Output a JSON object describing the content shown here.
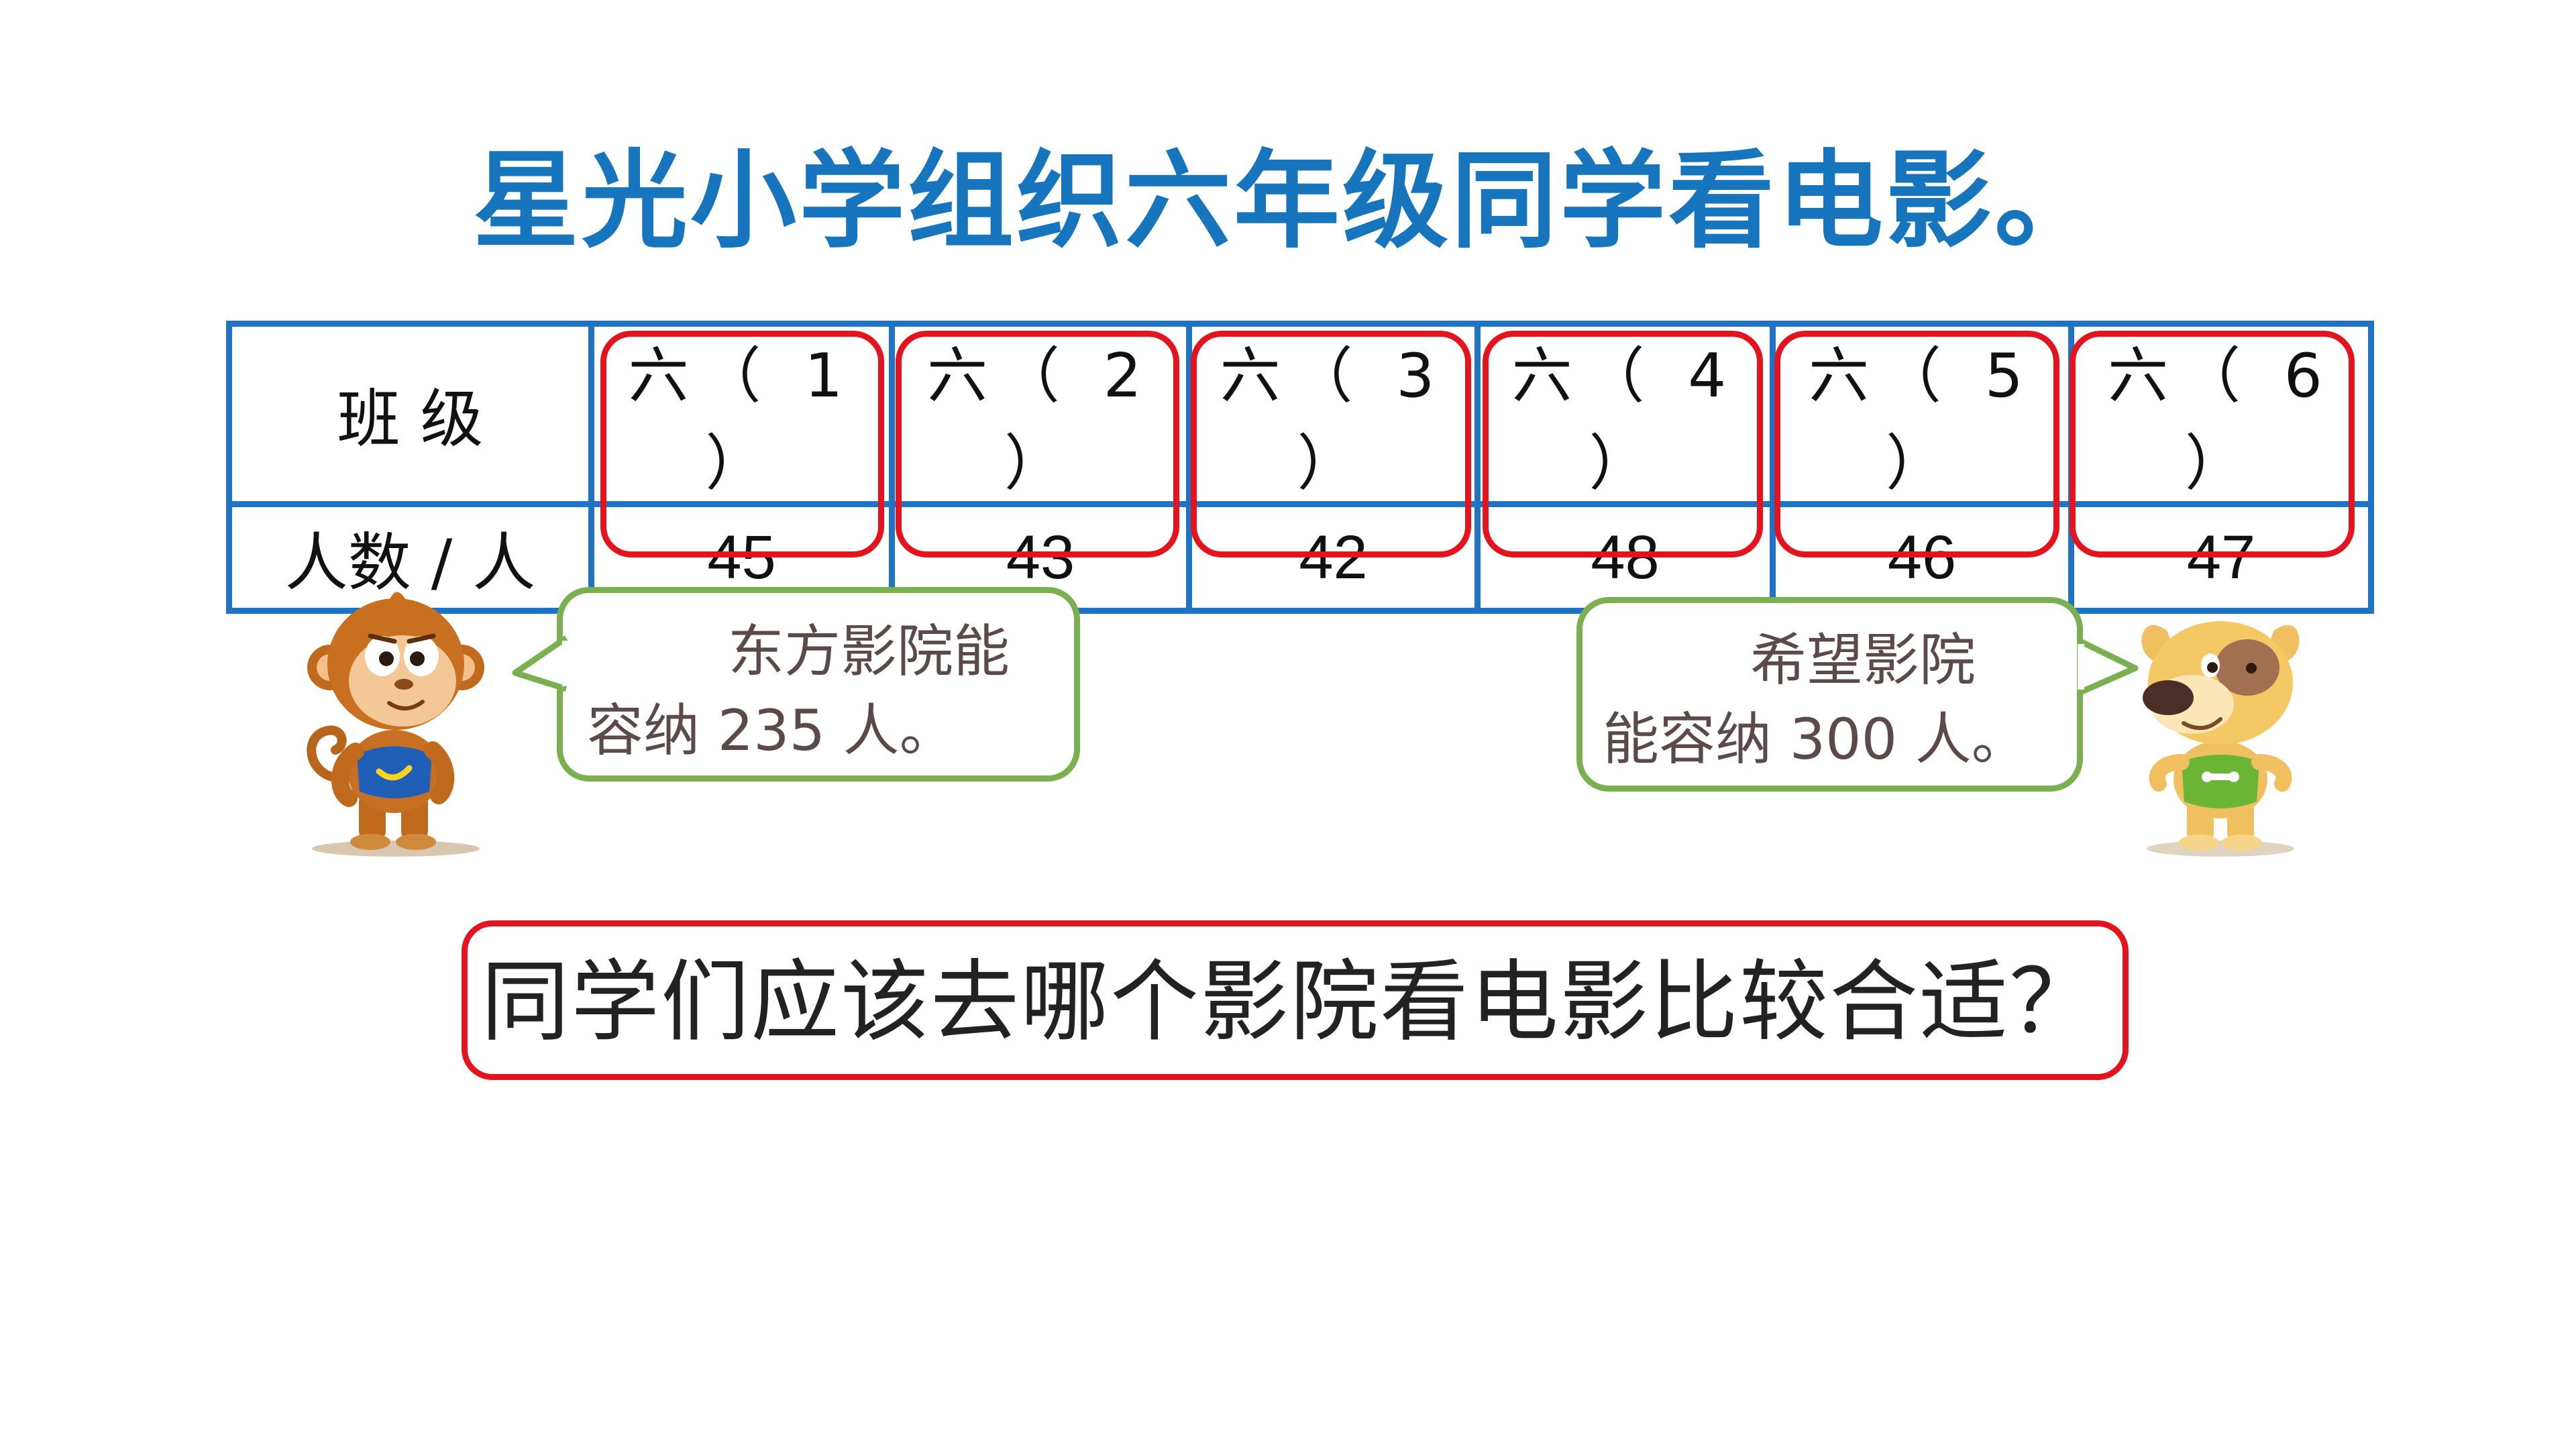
{
  "title": "星光小学组织六年级同学看电影。",
  "table": {
    "row_headers": [
      "班 级",
      "人数 / 人"
    ],
    "classes": [
      "六（ 1 ）",
      "六（ 2 ）",
      "六（ 3 ）",
      "六（ 4 ）",
      "六（ 5 ）",
      "六（ 6 ）"
    ],
    "counts": [
      "45",
      "43",
      "42",
      "48",
      "46",
      "47"
    ]
  },
  "bubble_left": {
    "line1": "东方影院能",
    "line2": "容纳 235 人。"
  },
  "bubble_right": {
    "line1": "希望影院",
    "line2": "能容纳 300 人。"
  },
  "question": "同学们应该去哪个影院看电影比较合适？",
  "colors": {
    "title": "#1675bd",
    "table_border": "#1f73c4",
    "highlight": "#e3141e",
    "bubble_border": "#7ab04f",
    "bubble_text": "#5c4a4a"
  },
  "icons": [
    "monkey-character-icon",
    "dog-character-icon"
  ]
}
